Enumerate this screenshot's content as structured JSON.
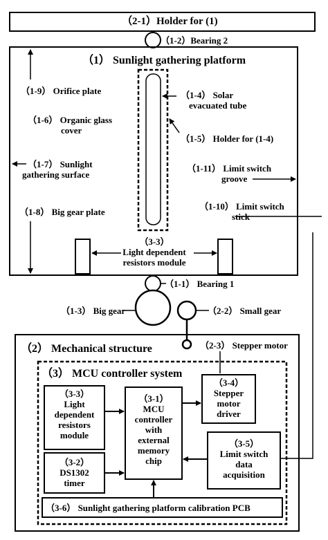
{
  "holder_top": "（2-1）Holder for (1)",
  "bearing2": "（1-2）Bearing 2",
  "platform_title": "（1） Sunlight gathering platform",
  "orifice_plate": "（1-9） Orifice plate",
  "solar_tube": [
    "（1-4） Solar",
    "evacuated tube"
  ],
  "organic_glass": [
    "（1-6） Organic glass",
    "cover"
  ],
  "holder_tube": "（1-5） Holder for (1-4)",
  "gathering_surface": [
    "（1-7） Sunlight",
    "gathering surface"
  ],
  "limit_groove": [
    "（1-11） Limit switch",
    "groove"
  ],
  "big_gear_plate": "（1-8） Big gear plate",
  "limit_stick": [
    "（1-10） Limit switch",
    "stick"
  ],
  "ldr_module_platform": [
    "（3-3）",
    "Light dependent",
    "resistors module"
  ],
  "bearing1": "（1-1） Bearing 1",
  "big_gear": "（1-3） Big gear",
  "small_gear": "（2-2） Small gear",
  "mech_title": "（2） Mechanical structure",
  "stepper_motor": "（2-3） Stepper motor",
  "mcu_system_title": "（3） MCU controller system",
  "box_ldr": [
    "（3-3）",
    "Light",
    "dependent",
    "resistors",
    "module"
  ],
  "box_mcu": [
    "（3-1）",
    "MCU",
    "controller",
    "with",
    "external",
    "memory",
    "chip"
  ],
  "box_driver": [
    "（3-4）",
    "Stepper",
    "motor",
    "driver"
  ],
  "box_timer": [
    "（3-2）",
    "DS1302",
    "timer"
  ],
  "box_limit": [
    "（3-5）",
    "Limit switch",
    "data",
    "acquisition"
  ],
  "box_pcb": "（3-6） Sunlight gathering platform calibration PCB"
}
